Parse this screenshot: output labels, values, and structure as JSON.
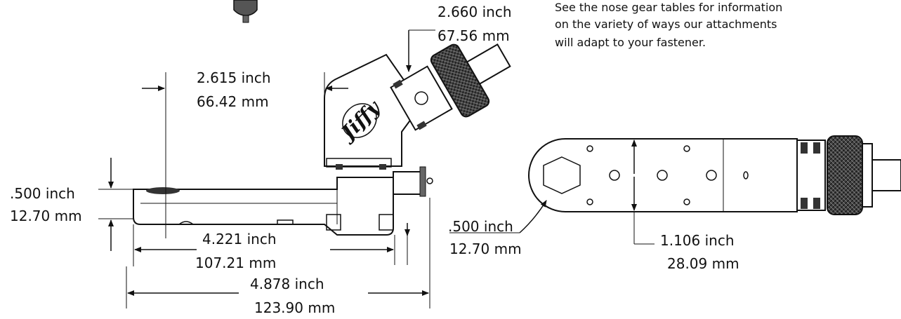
{
  "note": {
    "line1": "See the nose gear tables for information",
    "line2": "on the variety of ways our attachments",
    "line3": "will adapt to your fastener."
  },
  "brand": {
    "logo_text": "Jiffy"
  },
  "dimensions": {
    "top_offset": {
      "inch": "2.660 inch",
      "mm": "67.56 mm"
    },
    "head_width": {
      "inch": "2.615  inch",
      "mm": "66.42 mm"
    },
    "thickness_side": {
      "inch": ".500 inch",
      "mm": "12.70 mm"
    },
    "center_length": {
      "inch": "4.221   inch",
      "mm": "107.21 mm"
    },
    "overall_length": {
      "inch": "4.878 inch",
      "mm": "123.90 mm"
    },
    "thickness_top": {
      "inch": ".500 inch",
      "mm": "12.70 mm"
    },
    "body_width": {
      "inch": "1.106 inch",
      "mm": "28.09 mm"
    }
  }
}
